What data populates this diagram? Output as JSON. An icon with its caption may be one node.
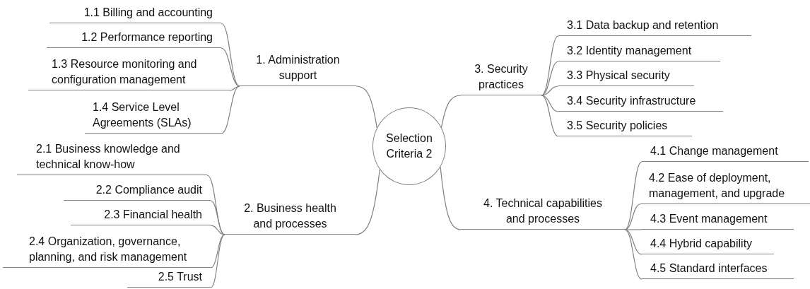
{
  "diagram": {
    "nodes": [
      {
        "text": [
          "Selection Criteria 2"
        ]
      },
      {
        "text": [
          "1. Administration support"
        ]
      },
      {
        "text": [
          "1.1 Billing and accounting"
        ]
      },
      {
        "text": [
          "1.2 Performance reporting"
        ]
      },
      {
        "text": [
          "1.3 Resource monitoring and configuration management"
        ]
      },
      {
        "text": [
          "1.4 Service Level Agreements (SLAs)"
        ]
      },
      {
        "text": [
          "2. Business health and processes"
        ]
      },
      {
        "text": [
          "2.1 Business knowledge and technical know-how"
        ]
      },
      {
        "text": [
          "2.2 Compliance audit"
        ]
      },
      {
        "text": [
          "2.3 Financial health"
        ]
      },
      {
        "text": [
          "2.4 Organization, governance, planning, and risk management"
        ]
      },
      {
        "text": [
          "2.5 Trust"
        ]
      },
      {
        "text": [
          "3. Security practices"
        ]
      },
      {
        "text": [
          "3.1 Data backup and retention"
        ]
      },
      {
        "text": [
          "3.2 Identity management"
        ]
      },
      {
        "text": [
          "3.3 Physical security"
        ]
      },
      {
        "text": [
          "3.4 Security infrastructure"
        ]
      },
      {
        "text": [
          "3.5 Security policies"
        ]
      },
      {
        "text": [
          "4. Technical capabilities and processes"
        ]
      },
      {
        "text": [
          "4.1 Change management"
        ]
      },
      {
        "text": [
          "4.2 Ease of deployment, management, and upgrade"
        ]
      },
      {
        "text": [
          "4.3 Event management"
        ]
      },
      {
        "text": [
          "4.4 Hybrid capability"
        ]
      },
      {
        "text": [
          "4.5 Standard interfaces"
        ]
      }
    ],
    "edges": [
      {
        "from": 0,
        "to": 1,
        "arrow": "none"
      },
      {
        "from": 1,
        "to": 2,
        "arrow": "none"
      },
      {
        "from": 1,
        "to": 3,
        "arrow": "none"
      },
      {
        "from": 1,
        "to": 4,
        "arrow": "none"
      },
      {
        "from": 1,
        "to": 5,
        "arrow": "none"
      },
      {
        "from": 0,
        "to": 6,
        "arrow": "none"
      },
      {
        "from": 6,
        "to": 7,
        "arrow": "none"
      },
      {
        "from": 6,
        "to": 8,
        "arrow": "none"
      },
      {
        "from": 6,
        "to": 9,
        "arrow": "none"
      },
      {
        "from": 6,
        "to": 10,
        "arrow": "none"
      },
      {
        "from": 6,
        "to": 11,
        "arrow": "none"
      },
      {
        "from": 0,
        "to": 12,
        "arrow": "none"
      },
      {
        "from": 12,
        "to": 13,
        "arrow": "none"
      },
      {
        "from": 12,
        "to": 14,
        "arrow": "none"
      },
      {
        "from": 12,
        "to": 15,
        "arrow": "none"
      },
      {
        "from": 12,
        "to": 16,
        "arrow": "none"
      },
      {
        "from": 12,
        "to": 17,
        "arrow": "none"
      },
      {
        "from": 0,
        "to": 18,
        "arrow": "none"
      },
      {
        "from": 18,
        "to": 19,
        "arrow": "none"
      },
      {
        "from": 18,
        "to": 20,
        "arrow": "none"
      },
      {
        "from": 18,
        "to": 21,
        "arrow": "none"
      },
      {
        "from": 18,
        "to": 22,
        "arrow": "none"
      },
      {
        "from": 18,
        "to": 23,
        "arrow": "none"
      }
    ]
  }
}
